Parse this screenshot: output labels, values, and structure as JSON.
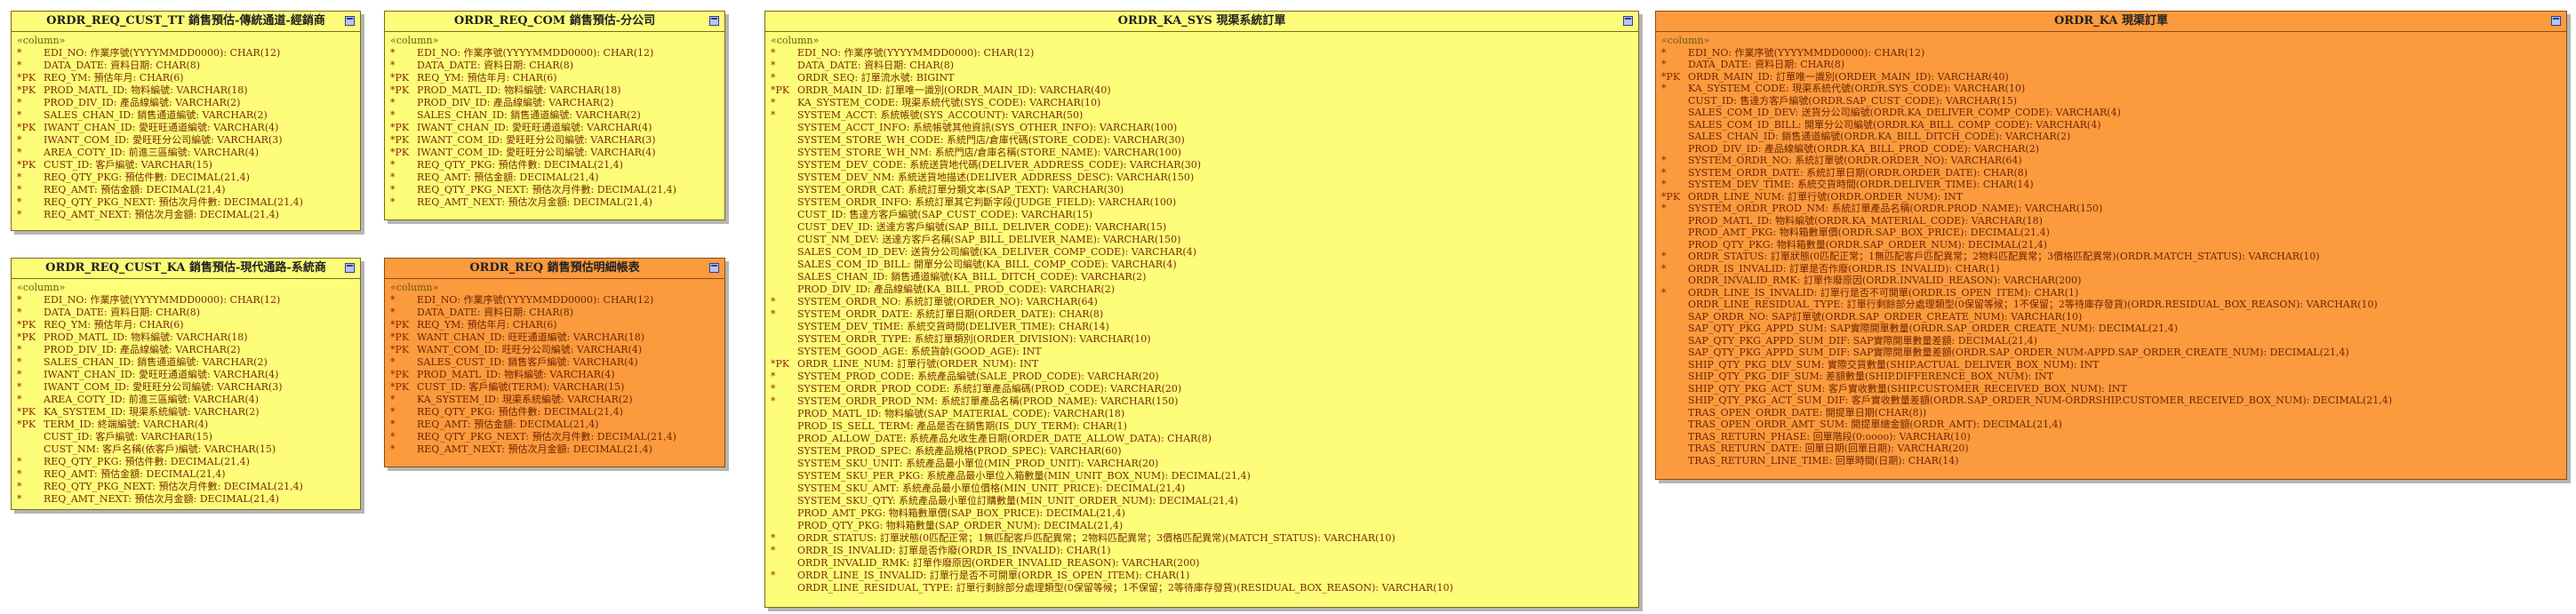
{
  "columns_label": "«column»",
  "entities": [
    {
      "title": "ORDR_REQ_CUST_TT 銷售預估-傳統通道-經銷商",
      "rows": [
        [
          "*",
          "EDI_NO: 作業序號(YYYYMMDD0000): CHAR(12)"
        ],
        [
          "*",
          "DATA_DATE: 資料日期: CHAR(8)"
        ],
        [
          "*PK",
          "REQ_YM: 預估年月: CHAR(6)"
        ],
        [
          "*PK",
          "PROD_MATL_ID: 物料編號: VARCHAR(18)"
        ],
        [
          "*",
          "PROD_DIV_ID: 產品線編號: VARCHAR(2)"
        ],
        [
          "*",
          "SALES_CHAN_ID: 銷售通道編號: VARCHAR(2)"
        ],
        [
          "*PK",
          "IWANT_CHAN_ID: 愛旺旺通道編號: VARCHAR(4)"
        ],
        [
          "*",
          "IWANT_COM_ID: 愛旺旺分公司編號: VARCHAR(3)"
        ],
        [
          "*",
          "AREA_COTY_ID: 前進三區編號: VARCHAR(4)"
        ],
        [
          "*PK",
          "CUST_ID: 客戶編號: VARCHAR(15)"
        ],
        [
          "*",
          "REQ_QTY_PKG: 預估件數: DECIMAL(21,4)"
        ],
        [
          "*",
          "REQ_AMT: 預估金額: DECIMAL(21,4)"
        ],
        [
          "*",
          "REQ_QTY_PKG_NEXT: 預估次月件數: DECIMAL(21,4)"
        ],
        [
          "*",
          "REQ_AMT_NEXT: 預估次月金額: DECIMAL(21,4)"
        ]
      ]
    },
    {
      "title": "ORDR_REQ_COM 銷售預估-分公司",
      "rows": [
        [
          "*",
          "EDI_NO: 作業序號(YYYYMMDD0000): CHAR(12)"
        ],
        [
          "*",
          "DATA_DATE: 資料日期: CHAR(8)"
        ],
        [
          "*PK",
          "REQ_YM: 預估年月: CHAR(6)"
        ],
        [
          "*PK",
          "PROD_MATL_ID: 物料編號: VARCHAR(18)"
        ],
        [
          "*",
          "PROD_DIV_ID: 產品線編號: VARCHAR(2)"
        ],
        [
          "*",
          "SALES_CHAN_ID: 銷售通道編號: VARCHAR(2)"
        ],
        [
          "*PK",
          "IWANT_CHAN_ID: 愛旺旺通道編號: VARCHAR(4)"
        ],
        [
          "*PK",
          "IWANT_COM_ID: 愛旺旺分公司編號: VARCHAR(3)"
        ],
        [
          "*PK",
          "IWANT_COM_ID: 愛旺旺分公司編號: VARCHAR(4)"
        ],
        [
          "*",
          "REQ_QTY_PKG: 預估件數: DECIMAL(21,4)"
        ],
        [
          "*",
          "REQ_AMT: 預估金額: DECIMAL(21,4)"
        ],
        [
          "*",
          "REQ_QTY_PKG_NEXT: 預估次月件數: DECIMAL(21,4)"
        ],
        [
          "*",
          "REQ_AMT_NEXT: 預估次月金額: DECIMAL(21,4)"
        ]
      ]
    },
    {
      "title": "ORDR_REQ_CUST_KA 銷售預估-現代通路-系統商",
      "rows": [
        [
          "*",
          "EDI_NO: 作業序號(YYYYMMDD0000): CHAR(12)"
        ],
        [
          "*",
          "DATA_DATE: 資料日期: CHAR(8)"
        ],
        [
          "*PK",
          "REQ_YM: 預估年月: CHAR(6)"
        ],
        [
          "*PK",
          "PROD_MATL_ID: 物料編號: VARCHAR(18)"
        ],
        [
          "*",
          "PROD_DIV_ID: 產品線編號: VARCHAR(2)"
        ],
        [
          "*",
          "SALES_CHAN_ID: 銷售通道編號: VARCHAR(2)"
        ],
        [
          "*",
          "IWANT_CHAN_ID: 愛旺旺通道編號: VARCHAR(4)"
        ],
        [
          "*",
          "IWANT_COM_ID: 愛旺旺分公司編號: VARCHAR(3)"
        ],
        [
          "*",
          "AREA_COTY_ID: 前進三區編號: VARCHAR(4)"
        ],
        [
          "*PK",
          "KA_SYSTEM_ID: 現渠系統編號: VARCHAR(2)"
        ],
        [
          "*PK",
          "TERM_ID: 終端編號: VARCHAR(4)"
        ],
        [
          "",
          "CUST_ID: 客戶編號: VARCHAR(15)"
        ],
        [
          "",
          "CUST_NM: 客戶名稱(依客戶)編號: VARCHAR(15)"
        ],
        [
          "*",
          "REQ_QTY_PKG: 預估件數: DECIMAL(21,4)"
        ],
        [
          "*",
          "REQ_AMT: 預估金額: DECIMAL(21,4)"
        ],
        [
          "*",
          "REQ_QTY_PKG_NEXT: 預估次月件數: DECIMAL(21,4)"
        ],
        [
          "*",
          "REQ_AMT_NEXT: 預估次月金額: DECIMAL(21,4)"
        ]
      ]
    },
    {
      "title": "ORDR_REQ 銷售預估明細帳表",
      "rows": [
        [
          "*",
          "EDI_NO: 作業序號(YYYYMMDD0000): CHAR(12)"
        ],
        [
          "*",
          "DATA_DATE: 資料日期: CHAR(8)"
        ],
        [
          "*PK",
          "REQ_YM: 預估年月: CHAR(6)"
        ],
        [
          "*PK",
          "WANT_CHAN_ID: 旺旺通道編號: VARCHAR(18)"
        ],
        [
          "*PK",
          "WANT_COM_ID: 旺旺分公司編號: VARCHAR(4)"
        ],
        [
          "*",
          "SALES_CUST_ID: 銷售客戶編號: VARCHAR(4)"
        ],
        [
          "*PK",
          "PROD_MATL_ID: 物料編號: VARCHAR(4)"
        ],
        [
          "*PK",
          "CUST_ID: 客戶編號(TERM): VARCHAR(15)"
        ],
        [
          "*",
          "KA_SYSTEM_ID: 現渠系統編號: VARCHAR(2)"
        ],
        [
          "*",
          "REQ_QTY_PKG: 預估件數: DECIMAL(21,4)"
        ],
        [
          "*",
          "REQ_AMT: 預估金額: DECIMAL(21,4)"
        ],
        [
          "*",
          "REQ_QTY_PKG_NEXT: 預估次月件數: DECIMAL(21,4)"
        ],
        [
          "*",
          "REQ_AMT_NEXT: 預估次月金額: DECIMAL(21,4)"
        ]
      ]
    },
    {
      "title": "ORDR_KA_SYS 現渠系統訂單",
      "rows": [
        [
          "*",
          "EDI_NO: 作業序號(YYYYMMDD0000): CHAR(12)"
        ],
        [
          "*",
          "DATA_DATE: 資料日期: CHAR(8)"
        ],
        [
          "*",
          "ORDR_SEQ: 訂單流水號: BIGINT"
        ],
        [
          "*PK",
          "ORDR_MAIN_ID: 訂單唯一識別(ORDR_MAIN_ID): VARCHAR(40)"
        ],
        [
          "*",
          "KA_SYSTEM_CODE: 現渠系統代號(SYS_CODE): VARCHAR(10)"
        ],
        [
          "*",
          "SYSTEM_ACCT: 系統帳號(SYS_ACCOUNT): VARCHAR(50)"
        ],
        [
          "",
          "SYSTEM_ACCT_INFO: 系統帳號其他資訊(SYS_OTHER_INFO): VARCHAR(100)"
        ],
        [
          "",
          "SYSTEM_STORE_WH_CODE: 系統門店/倉庫代碼(STORE_CODE): VARCHAR(30)"
        ],
        [
          "",
          "SYSTEM_STORE_WH_NM: 系統門店/倉庫名稱(STORE_NAME): VARCHAR(100)"
        ],
        [
          "",
          "SYSTEM_DEV_CODE: 系統送貨地代碼(DELIVER_ADDRESS_CODE): VARCHAR(30)"
        ],
        [
          "",
          "SYSTEM_DEV_NM: 系統送貨地描述(DELIVER_ADDRESS_DESC): VARCHAR(150)"
        ],
        [
          "",
          "SYSTEM_ORDR_CAT: 系統訂單分類文本(SAP_TEXT): VARCHAR(30)"
        ],
        [
          "",
          "SYSTEM_ORDR_INFO: 系統訂單其它判斷字段(JUDGE_FIELD): VARCHAR(100)"
        ],
        [
          "",
          "CUST_ID: 售達方客戶編號(SAP_CUST_CODE): VARCHAR(15)"
        ],
        [
          "",
          "CUST_DEV_ID: 送達方客戶編號(SAP_BILL_DELIVER_CODE): VARCHAR(15)"
        ],
        [
          "",
          "CUST_NM_DEV: 送達方客戶名稱(SAP_BILL_DELIVER_NAME): VARCHAR(150)"
        ],
        [
          "",
          "SALES_COM_ID_DEV: 送貨分公司編號(KA_DELIVER_COMP_CODE): VARCHAR(4)"
        ],
        [
          "",
          "SALES_COM_ID_BILL: 開單分公司編號(KA_BILL_COMP_CODE): VARCHAR(4)"
        ],
        [
          "",
          "SALES_CHAN_ID: 銷售通道編號(KA_BILL_DITCH_CODE): VARCHAR(2)"
        ],
        [
          "",
          "PROD_DIV_ID: 產品線編號(KA_BILL_PROD_CODE): VARCHAR(2)"
        ],
        [
          "*",
          "SYSTEM_ORDR_NO: 系統訂單號(ORDER_NO): VARCHAR(64)"
        ],
        [
          "*",
          "SYSTEM_ORDR_DATE: 系統訂單日期(ORDER_DATE): CHAR(8)"
        ],
        [
          "",
          "SYSTEM_DEV_TIME: 系統交貨時間(DELIVER_TIME): CHAR(14)"
        ],
        [
          "",
          "SYSTEM_ORDR_TYPE: 系統訂單類別(ORDER_DIVISION): VARCHAR(10)"
        ],
        [
          "",
          "SYSTEM_GOOD_AGE: 系統貨齡(GOOD_AGE): INT"
        ],
        [
          "*PK",
          "ORDR_LINE_NUM: 訂單行號(ORDER_NUM): INT"
        ],
        [
          "*",
          "SYSTEM_PROD_CODE: 系統產品編號(SALE_PROD_CODE): VARCHAR(20)"
        ],
        [
          "*",
          "SYSTEM_ORDR_PROD_CODE: 系統訂單產品編碼(PROD_CODE): VARCHAR(20)"
        ],
        [
          "*",
          "SYSTEM_ORDR_PROD_NM: 系統訂單產品名稱(PROD_NAME): VARCHAR(150)"
        ],
        [
          "",
          "PROD_MATL_ID: 物料編號(SAP_MATERIAL_CODE): VARCHAR(18)"
        ],
        [
          "",
          "PROD_IS_SELL_TERM: 產品是否在銷售期(IS_DUY_TERM): CHAR(1)"
        ],
        [
          "",
          "PROD_ALLOW_DATE: 系統產品允收生產日期(ORDER_DATE_ALLOW_DATA): CHAR(8)"
        ],
        [
          "",
          "SYSTEM_PROD_SPEC: 系統產品規格(PROD_SPEC): VARCHAR(60)"
        ],
        [
          "",
          "SYSTEM_SKU_UNIT: 系統產品最小單位(MIN_PROD_UNIT): VARCHAR(20)"
        ],
        [
          "",
          "SYSTEM_SKU_PER_PKG: 系統產品最小單位入箱數量(MIN_UNIT_BOX_NUM): DECIMAL(21,4)"
        ],
        [
          "",
          "SYSTEM_SKU_AMT: 系統產品最小單位價格(MIN_UNIT_PRICE): DECIMAL(21,4)"
        ],
        [
          "",
          "SYSTEM_SKU_QTY: 系統產品最小單位訂購數量(MIN_UNIT_ORDER_NUM): DECIMAL(21,4)"
        ],
        [
          "",
          "PROD_AMT_PKG: 物料箱數單價(SAP_BOX_PRICE): DECIMAL(21,4)"
        ],
        [
          "",
          "PROD_QTY_PKG: 物料箱數量(SAP_ORDER_NUM): DECIMAL(21,4)"
        ],
        [
          "*",
          "ORDR_STATUS: 訂單狀態(0匹配正常；1無匹配客戶匹配異常；2物料匹配異常；3價格匹配異常)(MATCH_STATUS): VARCHAR(10)"
        ],
        [
          "*",
          "ORDR_IS_INVALID: 訂單是否作廢(ORDR_IS_INVALID): CHAR(1)"
        ],
        [
          "",
          "ORDR_INVALID_RMK: 訂單作廢原因(ORDER_INVALID_REASON): VARCHAR(200)"
        ],
        [
          "*",
          "ORDR_LINE_IS_INVALID: 訂單行是否不可開單(ORDR_IS_OPEN_ITEM): CHAR(1)"
        ],
        [
          "",
          "ORDR_LINE_RESIDUAL_TYPE: 訂單行剩餘部分處理類型(0保留等候；1不保留；2等待庫存發貨)(RESIDUAL_BOX_REASON): VARCHAR(10)"
        ]
      ]
    },
    {
      "title": "ORDR_KA 現渠訂單",
      "rows": [
        [
          "*",
          "EDI_NO: 作業序號(YYYYMMDD0000): CHAR(12)"
        ],
        [
          "*",
          "DATA_DATE: 資料日期: CHAR(8)"
        ],
        [
          "*PK",
          "ORDR_MAIN_ID: 訂單唯一識別(ORDER_MAIN_ID): VARCHAR(40)"
        ],
        [
          "*",
          "KA_SYSTEM_CODE: 現渠系統代號(ORDR.SYS_CODE): VARCHAR(10)"
        ],
        [
          "",
          "CUST_ID: 售達方客戶編號(ORDR.SAP_CUST_CODE): VARCHAR(15)"
        ],
        [
          "",
          "SALES_COM_ID_DEV: 送貨分公司編號(ORDR.KA_DELIVER_COMP_CODE): VARCHAR(4)"
        ],
        [
          "",
          "SALES_COM_ID_BILL: 開單分公司編號(ORDR.KA_BILL_COMP_CODE): VARCHAR(4)"
        ],
        [
          "",
          "SALES_CHAN_ID: 銷售通道編號(ORDR.KA_BILL_DITCH_CODE): VARCHAR(2)"
        ],
        [
          "",
          "PROD_DIV_ID: 產品線編號(ORDR.KA_BILL_PROD_CODE): VARCHAR(2)"
        ],
        [
          "*",
          "SYSTEM_ORDR_NO: 系統訂單號(ORDR.ORDER_NO): VARCHAR(64)"
        ],
        [
          "*",
          "SYSTEM_ORDR_DATE: 系統訂單日期(ORDR.ORDER_DATE): CHAR(8)"
        ],
        [
          "*",
          "SYSTEM_DEV_TIME: 系統交貨時間(ORDR.DELIVER_TIME): CHAR(14)"
        ],
        [
          "*PK",
          "ORDR_LINE_NUM: 訂單行號(ORDR.ORDER_NUM): INT"
        ],
        [
          "*",
          "SYSTEM_ORDR_PROD_NM: 系統訂單產品名稱(ORDR.PROD_NAME): VARCHAR(150)"
        ],
        [
          "",
          "PROD_MATL_ID: 物料編號(ORDR.KA_MATERIAL_CODE): VARCHAR(18)"
        ],
        [
          "",
          "PROD_AMT_PKG: 物料箱數單價(ORDR.SAP_BOX_PRICE): DECIMAL(21,4)"
        ],
        [
          "",
          "PROD_QTY_PKG: 物料箱數量(ORDR.SAP_ORDER_NUM): DECIMAL(21,4)"
        ],
        [
          "*",
          "ORDR_STATUS: 訂單狀態(0匹配正常；1無匹配客戶匹配異常；2物料匹配異常；3價格匹配異常)(ORDR.MATCH_STATUS): VARCHAR(10)"
        ],
        [
          "*",
          "ORDR_IS_INVALID: 訂單是否作廢(ORDR.IS_INVALID): CHAR(1)"
        ],
        [
          "",
          "ORDR_INVALID_RMK: 訂單作廢原因(ORDR.INVALID_REASON): VARCHAR(200)"
        ],
        [
          "*",
          "ORDR_LINE_IS_INVALID: 訂單行是否不可開單(ORDR.IS_OPEN_ITEM): CHAR(1)"
        ],
        [
          "",
          "ORDR_LINE_RESIDUAL_TYPE: 訂單行剩餘部分處理類型(0保留等候；1不保留；2等待庫存發貨)(ORDR.RESIDUAL_BOX_REASON): VARCHAR(10)"
        ],
        [
          "",
          "SAP_ORDR_NO: SAP訂單號(ORDR.SAP_ORDER_CREATE_NUM): VARCHAR(10)"
        ],
        [
          "",
          "SAP_QTY_PKG_APPD_SUM: SAP實際開單數量(ORDR.SAP_ORDER_CREATE_NUM): DECIMAL(21,4)"
        ],
        [
          "",
          "SAP_QTY_PKG_APPD_SUM_DIF: SAP實際開單數量差額: DECIMAL(21,4)"
        ],
        [
          "",
          "SAP_QTY_PKG_APPD_SUM_DIF: SAP實際開單數量差額(ORDR.SAP_ORDER_NUM-APPD.SAP_ORDER_CREATE_NUM): DECIMAL(21,4)"
        ],
        [
          "",
          "SHIP_QTY_PKG_DLV_SUM: 實際交貨數量(SHIP.ACTUAL_DELIVER_BOX_NUM): INT"
        ],
        [
          "",
          "SHIP_QTY_PKG_DIF_SUM: 差額數量(SHIP.DIFFERENCE_BOX_NUM): INT"
        ],
        [
          "",
          "SHIP_QTY_PKG_ACT_SUM: 客戶實收數量(SHIP.CUSTOMER_RECEIVED_BOX_NUM): INT"
        ],
        [
          "",
          "SHIP_QTY_PKG_ACT_SUM_DIF: 客戶實收數量差額(ORDR.SAP_ORDER_NUM-ORDRSHIP.CUSTOMER_RECEIVED_BOX_NUM): DECIMAL(21,4)"
        ],
        [
          "",
          "TRAS_OPEN_ORDR_DATE: 開提單日期(CHAR(8))"
        ],
        [
          "",
          "TRAS_OPEN_ORDR_AMT_SUM: 開提單總金額(ORDR_AMT): DECIMAL(21,4)"
        ],
        [
          "",
          "TRAS_RETURN_PHASE: 回單階段(0:oooo): VARCHAR(10)"
        ],
        [
          "",
          "TRAS_RETURN_DATE: 回單日期(回單日期): VARCHAR(20)"
        ],
        [
          "",
          "TRAS_RETURN_LINE_TIME: 回單時間(日期): CHAR(14)"
        ]
      ]
    }
  ]
}
